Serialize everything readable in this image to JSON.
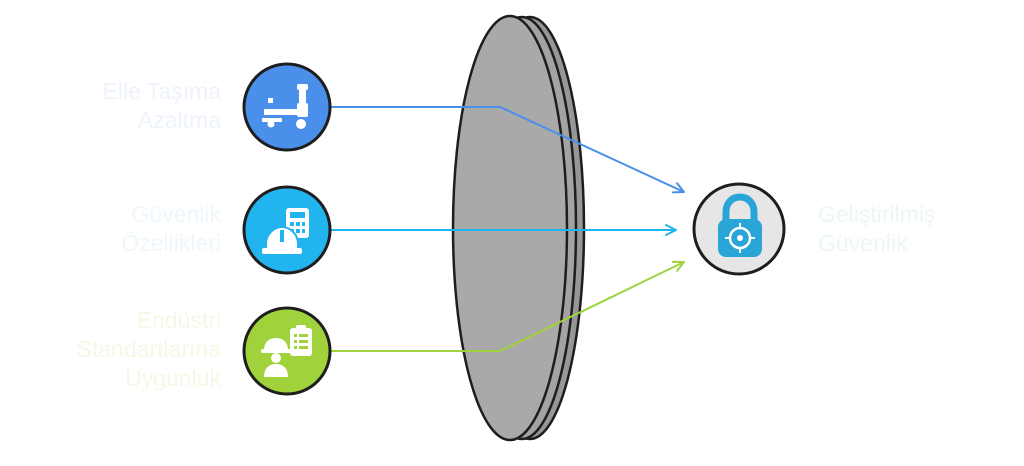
{
  "inputs": [
    {
      "id": "manual-handling",
      "label_lines": [
        "Elle Taşıma",
        "Azaltma"
      ],
      "icon": "pallet-jack-icon",
      "color": "#4a8fea",
      "label_color": "#eef3fb"
    },
    {
      "id": "safety-features",
      "label_lines": [
        "Güvenlik",
        "Özellikleri"
      ],
      "icon": "hard-hat-calculator-icon",
      "color": "#21b4ee",
      "label_color": "#edf7fc"
    },
    {
      "id": "industry-standards",
      "label_lines": [
        "Endüstri",
        "Standartlarına",
        "Uygunluk"
      ],
      "icon": "worker-checklist-icon",
      "color": "#9fd23b",
      "label_color": "#f3f9e4"
    }
  ],
  "output": {
    "label_lines": [
      "Geliştirilmiş",
      "Güvenlik"
    ],
    "icon": "padlock-target-icon",
    "color": "#2aa5d8",
    "label_color": "#ebf7f5"
  },
  "lens": {
    "fill": "#a9a9a9",
    "edge_fill": "#979797",
    "stroke": "#1e1e1e"
  }
}
